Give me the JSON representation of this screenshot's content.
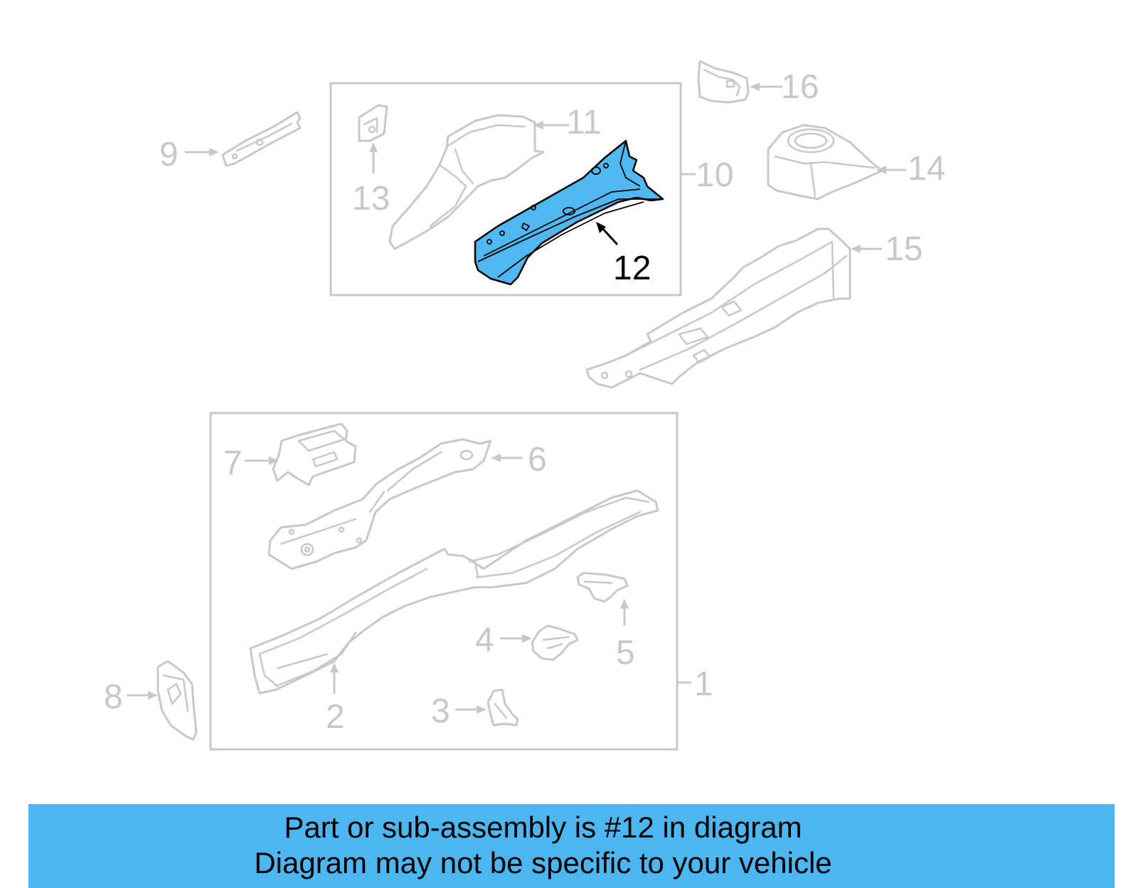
{
  "diagram": {
    "highlighted_callout": "12",
    "highlight_color": "#4fb8f0",
    "callouts": [
      "1",
      "2",
      "3",
      "4",
      "5",
      "6",
      "7",
      "8",
      "9",
      "10",
      "11",
      "12",
      "13",
      "14",
      "15",
      "16"
    ]
  },
  "banner": {
    "line1": "Part or sub-assembly is #12 in diagram",
    "line2": "Diagram may not be specific to your vehicle",
    "background": "#4cb6f1"
  }
}
